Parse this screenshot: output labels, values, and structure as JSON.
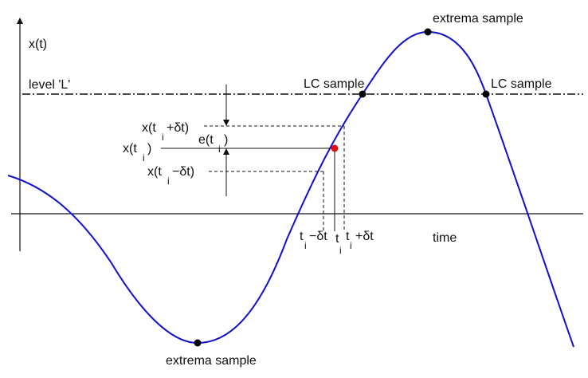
{
  "labels": {
    "y_axis": "x(t)",
    "x_axis": "time",
    "level": "level 'L'",
    "extrema_top": "extrema sample",
    "extrema_bottom": "extrema sample",
    "lc_sample_1": "LC sample",
    "lc_sample_2": "LC sample",
    "x_plus_pre": "x(t",
    "x_plus_sub": "i",
    "x_plus_post": "+δt)",
    "xti_pre": "x(t",
    "xti_sub": "i",
    "xti_post": ")",
    "e_pre": "e(t",
    "e_sub": "i",
    "e_post": ")",
    "x_minus_pre": "x(t",
    "x_minus_sub": "i",
    "x_minus_post": "−δt)",
    "t_minus_pre": "t",
    "t_minus_sub": "i",
    "t_minus_post": "−δt",
    "t_mid_pre": "t",
    "t_mid_sub": "i",
    "t_plus_pre": "t",
    "t_plus_sub": "i",
    "t_plus_post": "+δt"
  },
  "colors": {
    "curve": "#1010d0",
    "axis": "#111111",
    "sample_point": "#000000",
    "current_point": "#dd1111"
  }
}
